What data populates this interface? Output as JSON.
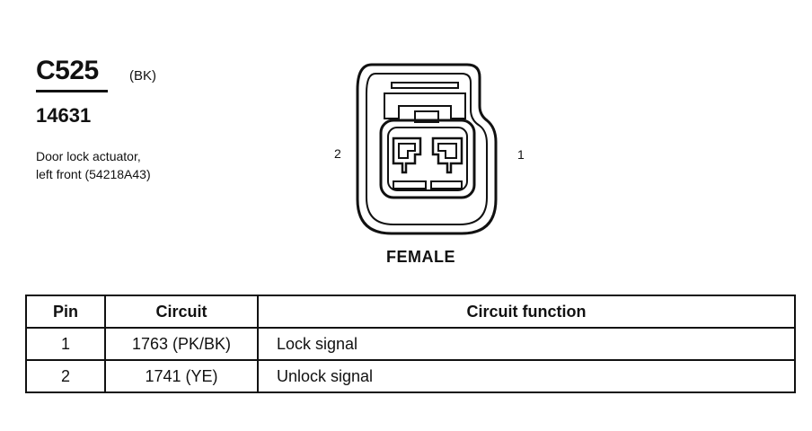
{
  "header": {
    "connector_id": "C525",
    "connector_color": "(BK)",
    "part_number": "14631",
    "description_line1": "Door lock actuator,",
    "description_line2": "left front (54218A43)"
  },
  "diagram": {
    "pin_left_label": "2",
    "pin_right_label": "1",
    "gender": "FEMALE"
  },
  "table": {
    "headers": [
      "Pin",
      "Circuit",
      "Circuit function"
    ],
    "rows": [
      {
        "pin": "1",
        "circuit": "1763 (PK/BK)",
        "function": "Lock signal"
      },
      {
        "pin": "2",
        "circuit": "1741 (YE)",
        "function": "Unlock signal"
      }
    ]
  }
}
